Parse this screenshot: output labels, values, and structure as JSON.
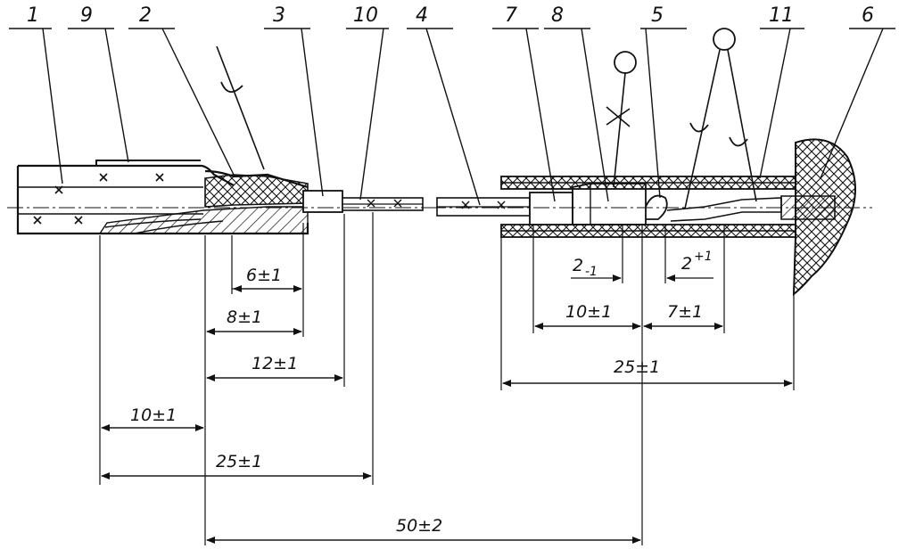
{
  "callouts": [
    "1",
    "9",
    "2",
    "3",
    "10",
    "4",
    "7",
    "8",
    "5",
    "11",
    "6"
  ],
  "dimensions": {
    "d_6": "6±1",
    "d_8": "8±1",
    "d_12": "12±1",
    "d_10_left": "10±1",
    "d_25_left": "25±1",
    "d_50": "50±2",
    "tol_minus": "2",
    "tol_minus_sub": "-1",
    "tol_plus": "2",
    "tol_plus_sup": "+1",
    "d_10_right": "10±1",
    "d_7": "7±1",
    "d_25_right": "25±1"
  },
  "colors": {
    "ink": "#111111",
    "paper": "#ffffff"
  }
}
